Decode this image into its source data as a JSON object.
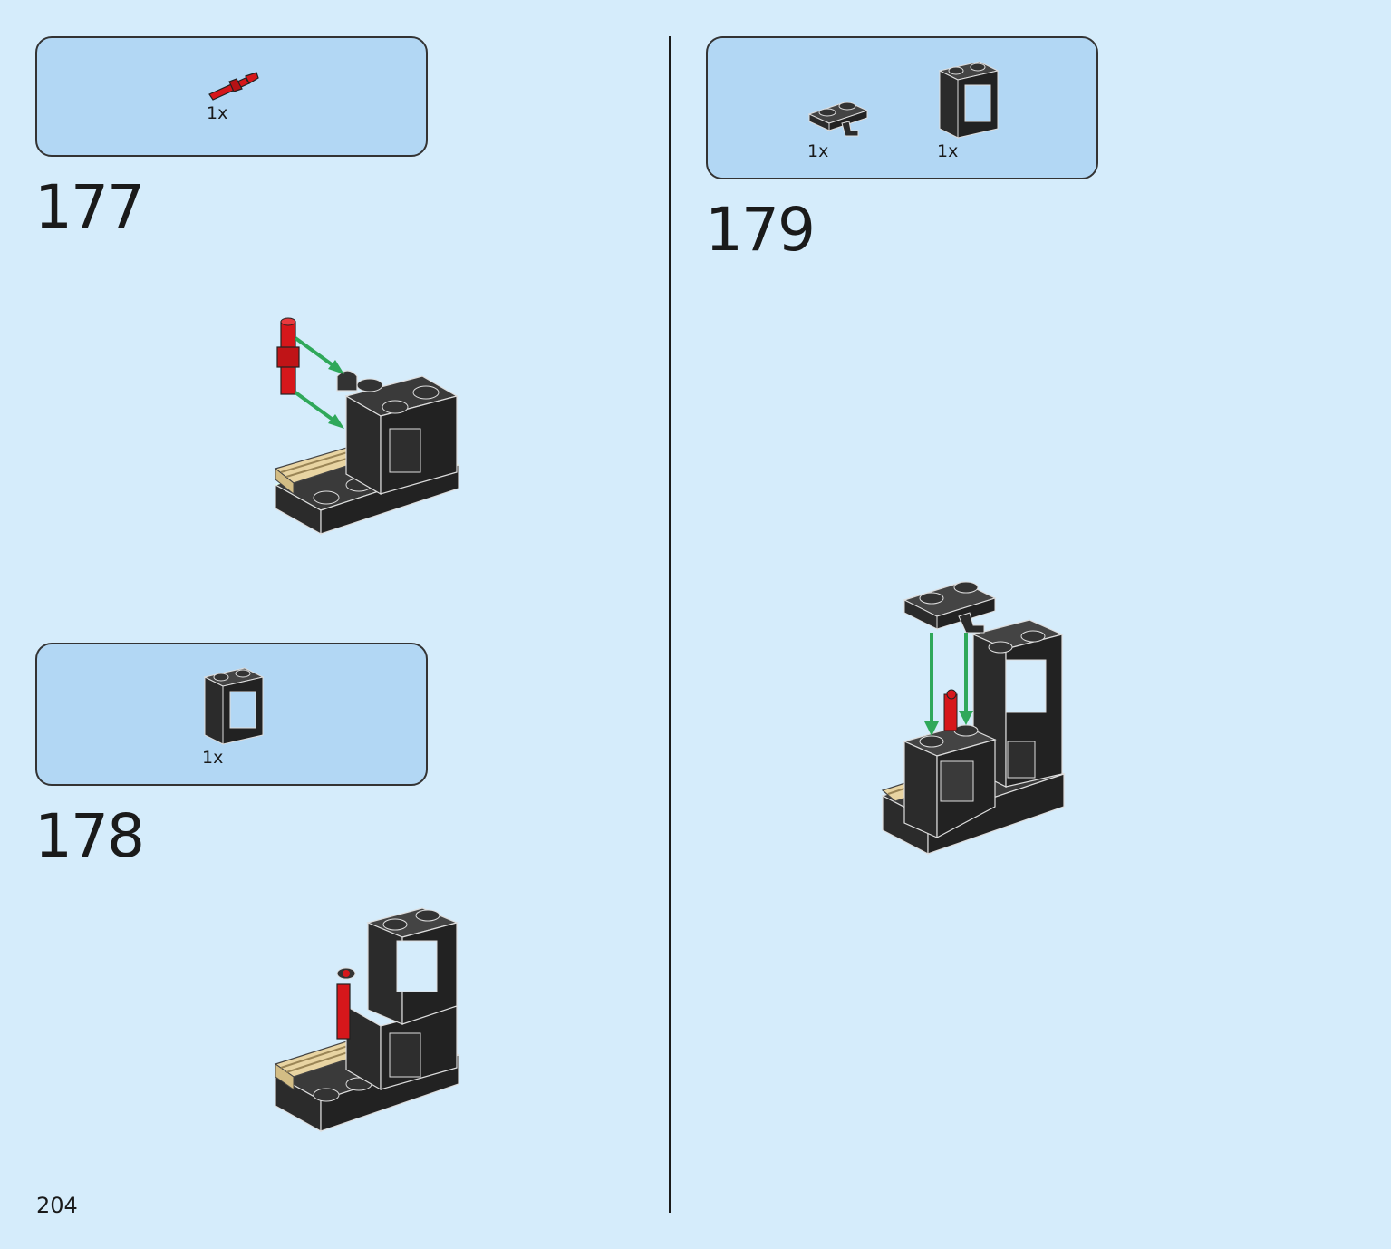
{
  "page": {
    "number": "204"
  },
  "colors": {
    "background": "#d5ecfb",
    "parts_box": "#b2d7f4",
    "brick_black": "#2b2b2b",
    "brick_red": "#d6171b",
    "brick_tan": "#e8d4a2",
    "arrow_green": "#2fa85a"
  },
  "steps": [
    {
      "number": "177",
      "parts": [
        {
          "name": "red-axle-pin-icon",
          "quantity": "1x"
        }
      ]
    },
    {
      "number": "178",
      "parts": [
        {
          "name": "black-window-frame-icon",
          "quantity": "1x"
        }
      ]
    },
    {
      "number": "179",
      "parts": [
        {
          "name": "black-clip-plate-icon",
          "quantity": "1x"
        },
        {
          "name": "black-window-frame-icon",
          "quantity": "1x"
        }
      ]
    }
  ]
}
